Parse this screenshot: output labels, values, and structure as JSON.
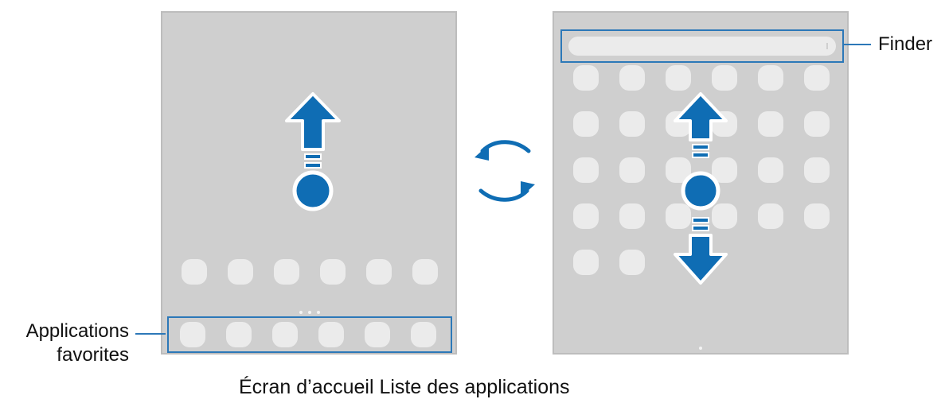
{
  "callouts": {
    "favorites": {
      "line1": "Applications",
      "line2": "favorites"
    },
    "finder": "Finder"
  },
  "caption": "Écran d’accueil Liste des applications",
  "colors": {
    "accent": "#0f6db4",
    "callout": "#2c78b8",
    "screen": "#cfcfcf",
    "app_icon": "#ebebeb"
  },
  "icons": {
    "swipe_up": "arrow-up-icon",
    "swipe_up_down": "arrow-up-down-icon",
    "switch": "rotate-arrows-icon"
  }
}
